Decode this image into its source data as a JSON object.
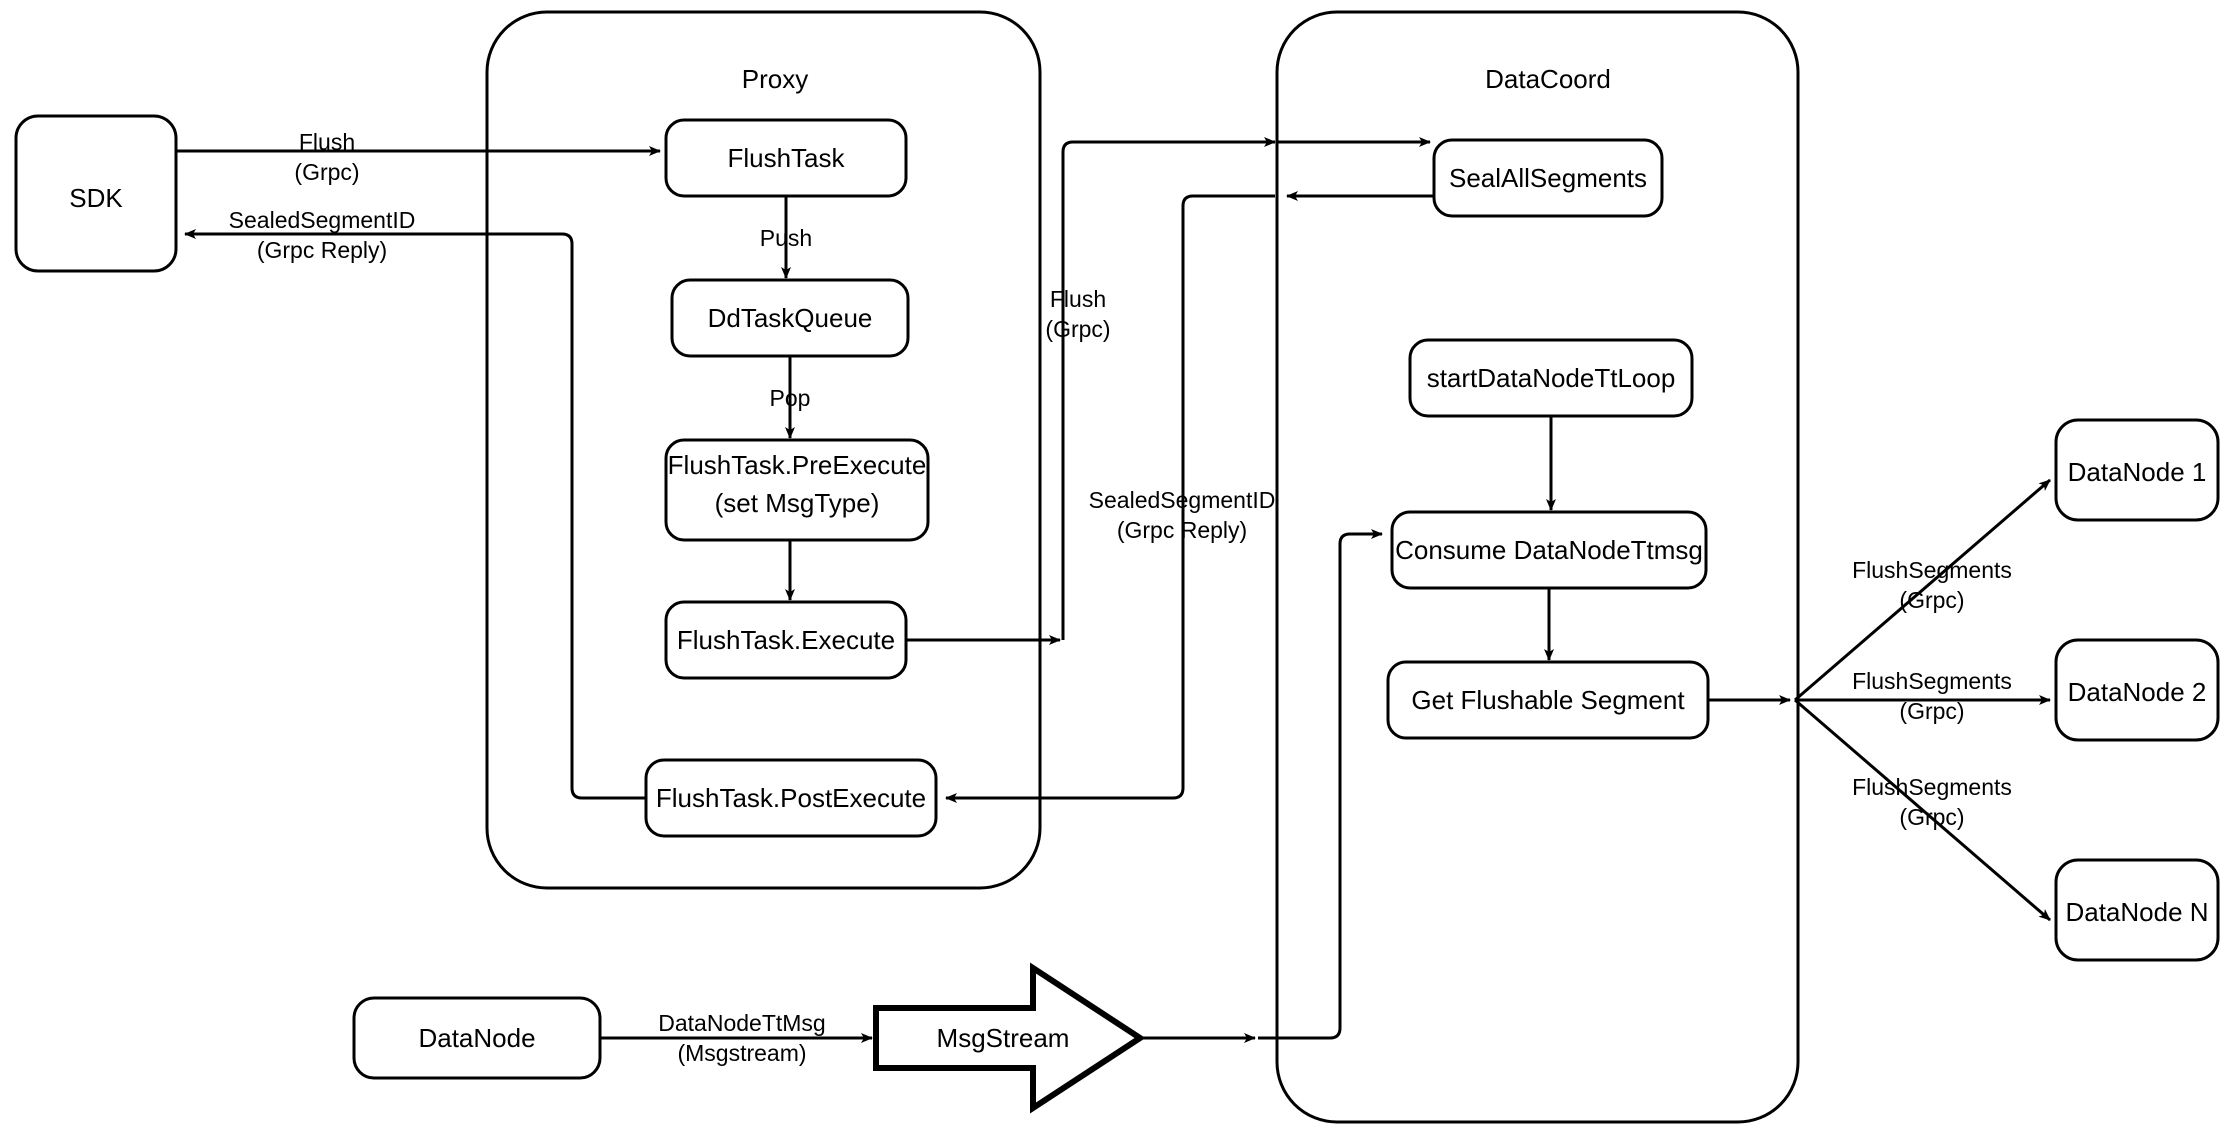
{
  "diagram": {
    "title": "Milvus Flush Sequence Architecture",
    "type": "flowchart",
    "background": "#ffffff",
    "stroke": "#000000",
    "fill": "#ffffff"
  },
  "groups": [
    {
      "id": "proxy",
      "label": "Proxy"
    },
    {
      "id": "datacoord",
      "label": "DataCoord"
    }
  ],
  "nodes": {
    "sdk": "SDK",
    "flush_task": "FlushTask",
    "dd_task_queue": "DdTaskQueue",
    "pre_execute_line1": "FlushTask.PreExecute",
    "pre_execute_line2": "(set MsgType)",
    "execute": "FlushTask.Execute",
    "post_execute": "FlushTask.PostExecute",
    "seal_all_segments": "SealAllSegments",
    "start_datanode_tt_loop": "startDataNodeTtLoop",
    "consume_datanode_ttmsg": "Consume DataNodeTtmsg",
    "get_flushable_segment": "Get Flushable Segment",
    "datanode_1": "DataNode 1",
    "datanode_2": "DataNode 2",
    "datanode_n": "DataNode N",
    "datanode_bottom": "DataNode",
    "msgstream": "MsgStream"
  },
  "edge_labels": {
    "sdk_to_proxy_line1": "Flush",
    "sdk_to_proxy_line2": "(Grpc)",
    "proxy_to_sdk_line1": "SealedSegmentID",
    "proxy_to_sdk_line2": "(Grpc Reply)",
    "flush_task_to_queue": "Push",
    "queue_to_pre_execute": "Pop",
    "proxy_to_datacoord_line1": "Flush",
    "proxy_to_datacoord_line2": "(Grpc)",
    "datacoord_to_proxy_line1": "SealedSegmentID",
    "datacoord_to_proxy_line2": "(Grpc Reply)",
    "datanode_to_msgstream_line1": "DataNodeTtMsg",
    "datanode_to_msgstream_line2": "(Msgstream)",
    "flush_segments_1_line1": "FlushSegments",
    "flush_segments_1_line2": "(Grpc)",
    "flush_segments_2_line1": "FlushSegments",
    "flush_segments_2_line2": "(Grpc)",
    "flush_segments_n_line1": "FlushSegments",
    "flush_segments_n_line2": "(Grpc)"
  }
}
